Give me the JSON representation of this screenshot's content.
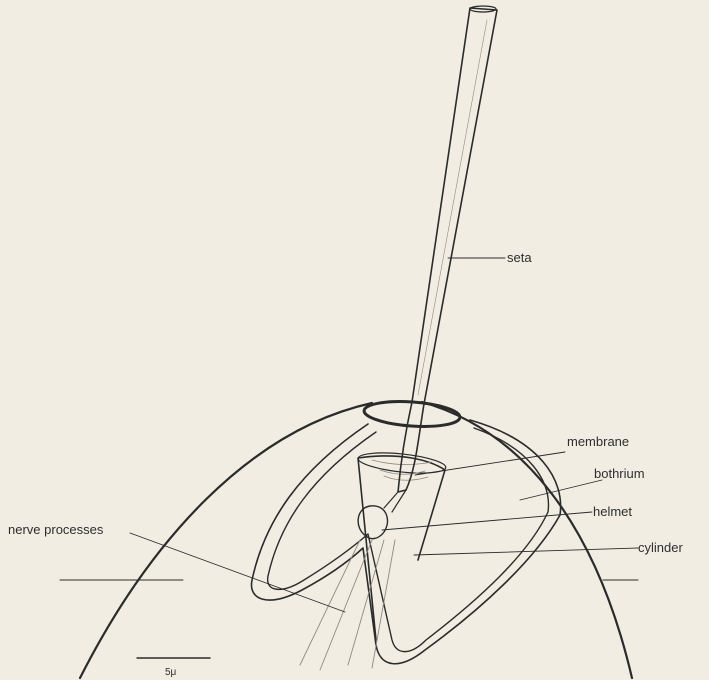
{
  "labels": {
    "seta": "seta",
    "membrane": "membrane",
    "bothrium": "bothrium",
    "helmet": "helmet",
    "cylinder": "cylinder",
    "nerve_processes": "nerve processes"
  },
  "scale_bar": {
    "label": "5μ"
  }
}
